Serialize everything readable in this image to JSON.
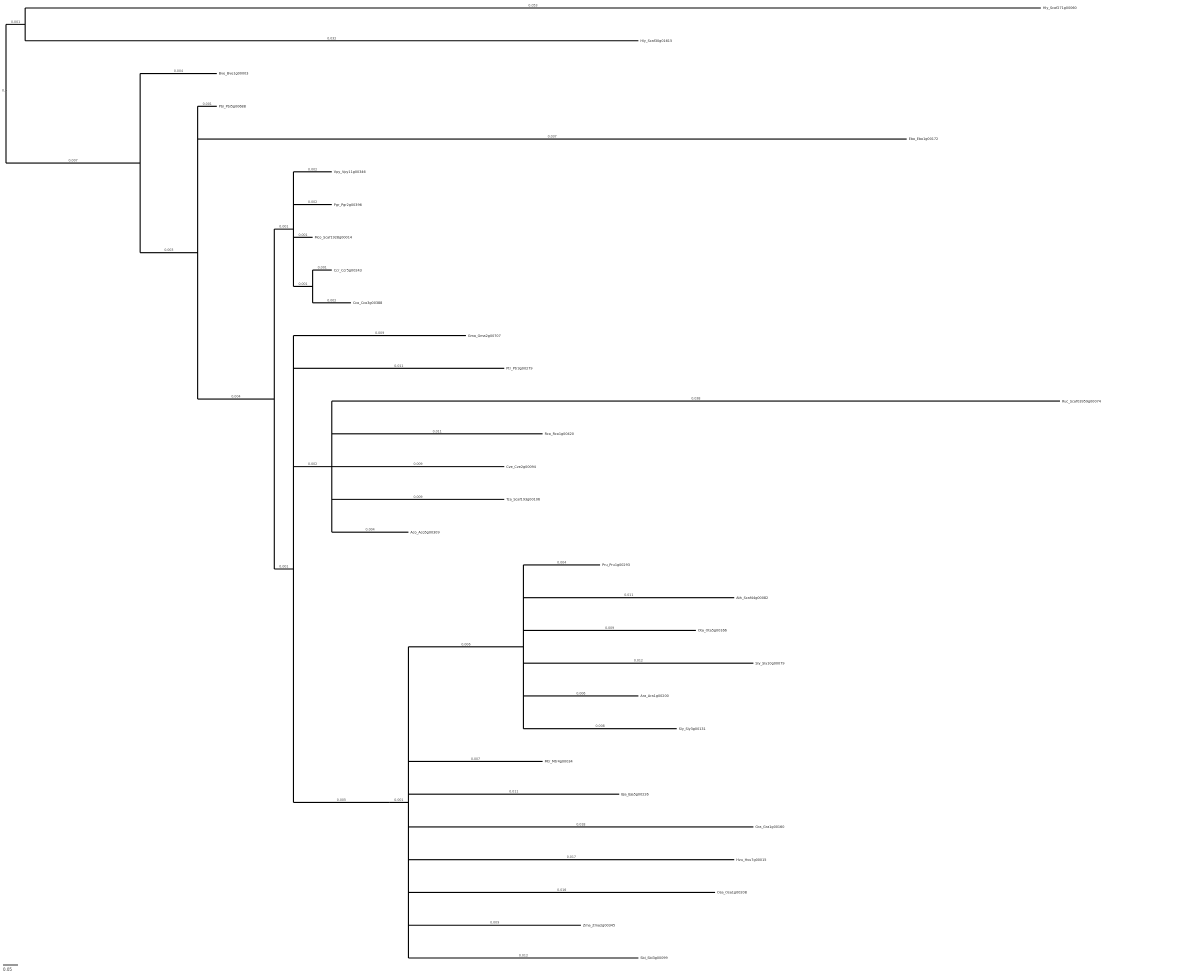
{
  "figure": {
    "type": "phylogenetic-tree",
    "layout": "rectangular",
    "scale_bar": {
      "label": "0.05"
    },
    "root_label": "0.5"
  },
  "tree": {
    "children": [
      {
        "bl": "0.001",
        "children": [
          {
            "name": "Hly_Scaf271g00060",
            "bl": "0.053"
          },
          {
            "name": "Hly_Scaf30g01615",
            "bl": "0.032"
          }
        ]
      },
      {
        "bl": "0.007",
        "children": [
          {
            "name": "Bve_Bve1g00003",
            "bl": "0.004"
          },
          {
            "bl": "0.003",
            "children": [
              {
                "name": "Pbi_Pbi5g00688",
                "bl": "0.001"
              },
              {
                "name": "Ebo_Ebo1g00172",
                "bl": "0.037"
              },
              {
                "bl": "0.004",
                "children": [
                  {
                    "bl": "0.001",
                    "children": [
                      {
                        "name": "Vpy_Vpy11g00346",
                        "bl": "0.002"
                      },
                      {
                        "name": "Pgr_Pgr2g00396",
                        "bl": "0.002"
                      },
                      {
                        "name": "Mco_Scaf1928g00014",
                        "bl": "0.001"
                      },
                      {
                        "bl": "0.001",
                        "children": [
                          {
                            "name": "Ccr_Ccr5g00243",
                            "bl": "0.001"
                          },
                          {
                            "name": "Cco_Cco3g00388",
                            "bl": "0.002"
                          }
                        ]
                      }
                    ]
                  },
                  {
                    "bl": "0.001",
                    "children": [
                      {
                        "name": "Gma_Gma2g00707",
                        "bl": "0.009"
                      },
                      {
                        "name": "Ptr_Ptr3g00279",
                        "bl": "0.011"
                      },
                      {
                        "bl": "0.002",
                        "children": [
                          {
                            "name": "Ruc_Scaf03959g00074",
                            "bl": "0.038"
                          },
                          {
                            "name": "Rco_Rco1g00420",
                            "bl": "0.011"
                          },
                          {
                            "name": "Cve_Cve2g00094",
                            "bl": "0.009"
                          },
                          {
                            "name": "Tca_Scaf193g00106",
                            "bl": "0.009"
                          },
                          {
                            "name": "Aco_Aco5g00309",
                            "bl": "0.004"
                          }
                        ]
                      },
                      {
                        "bl": "0.005",
                        "children": [
                          {
                            "bl": "0.001",
                            "children": [
                              {
                                "bl": "0.006",
                                "children": [
                                  {
                                    "name": "Pru_Pru1g00293",
                                    "bl": "0.004"
                                  },
                                  {
                                    "name": "Ath_Scaf44g00082",
                                    "bl": "0.011"
                                  },
                                  {
                                    "name": "Ota_Ota5g00166",
                                    "bl": "0.009"
                                  },
                                  {
                                    "name": "Sly_Sly10g00079",
                                    "bl": "0.012"
                                  },
                                  {
                                    "name": "Ara_Ara1g00200",
                                    "bl": "0.006"
                                  },
                                  {
                                    "name": "Sly_Sly3g00131",
                                    "bl": "0.008"
                                  }
                                ]
                              },
                              {
                                "name": "Mtr_Mtr4g00034",
                                "bl": "0.007"
                              },
                              {
                                "name": "Bja_Bja5g00226",
                                "bl": "0.011"
                              },
                              {
                                "name": "Gra_Gra1g00160",
                                "bl": "0.018"
                              },
                              {
                                "name": "Hvu_Hvu7g00015",
                                "bl": "0.017"
                              },
                              {
                                "name": "Osa_Osa1g00208",
                                "bl": "0.016"
                              },
                              {
                                "name": "Zma_Zma2g00345",
                                "bl": "0.009"
                              },
                              {
                                "name": "Sbi_Sbi3g00099",
                                "bl": "0.012"
                              }
                            ]
                          }
                        ]
                      }
                    ]
                  }
                ]
              }
            ]
          }
        ]
      }
    ]
  }
}
